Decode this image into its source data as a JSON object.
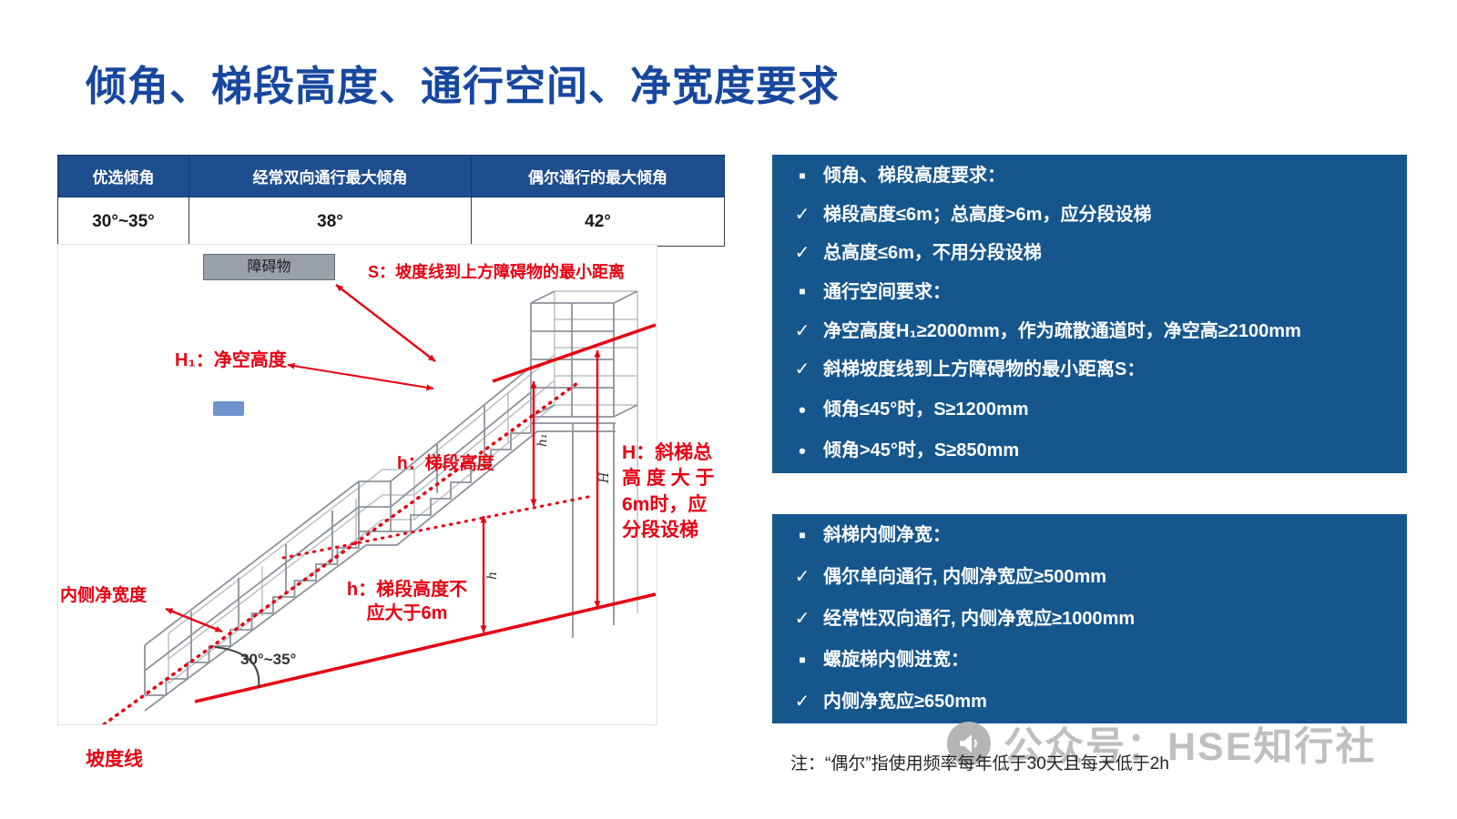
{
  "page": {
    "title": "倾角、梯段高度、通行空间、净宽度要求",
    "note": "注：“偶尔”指使用频率每年低于30天且每天低于2h",
    "watermark": "公众号：HSE知行社"
  },
  "colors": {
    "title_blue": "#17479E",
    "table_header_blue": "#1F4E8F",
    "panel_blue": "#15568D",
    "annotation_red": "#E60012"
  },
  "table": {
    "headers": [
      "优选倾角",
      "经常双向通行最大倾角",
      "偶尔通行的最大倾角"
    ],
    "values": [
      "30°~35°",
      "38°",
      "42°"
    ]
  },
  "diagram": {
    "obstacle_label": "障碍物",
    "s_label": "S：坡度线到上方障碍物的最小距离",
    "h1_label": "H₁：净空高度",
    "flight_height_label": "h：梯段高度",
    "flight_note_lines": [
      "h：梯段高度不",
      "应大于6m"
    ],
    "total_height_lines": [
      "H：斜梯总",
      "高 度 大 于",
      "6m时，应",
      "分段设梯"
    ],
    "inner_width_label": "内侧净宽度",
    "angle_label": "30°~35°",
    "slope_line_label": "坡度线",
    "arrow_labels": {
      "clearance": "h₁",
      "flight": "h",
      "total": "H"
    }
  },
  "icons": {
    "square": "■",
    "check": "✓",
    "dot": "•",
    "watermark_icon": "megaphone"
  },
  "panels": [
    {
      "items": [
        {
          "bullet": "square",
          "text": "倾角、梯段高度要求："
        },
        {
          "bullet": "check",
          "text": "梯段高度≤6m；总高度>6m，应分段设梯"
        },
        {
          "bullet": "check",
          "text": "总高度≤6m，不用分段设梯"
        },
        {
          "bullet": "square",
          "text": "通行空间要求："
        },
        {
          "bullet": "check",
          "text": "净空高度H₁≥2000mm，作为疏散通道时，净空高≥2100mm"
        },
        {
          "bullet": "check",
          "text": "斜梯坡度线到上方障碍物的最小距离S："
        },
        {
          "bullet": "dot",
          "text": "倾角≤45°时，S≥1200mm"
        },
        {
          "bullet": "dot",
          "text": "倾角>45°时，S≥850mm"
        }
      ]
    },
    {
      "items": [
        {
          "bullet": "square",
          "text": "斜梯内侧净宽："
        },
        {
          "bullet": "check",
          "text": "偶尔单向通行, 内侧净宽应≥500mm"
        },
        {
          "bullet": "check",
          "text": "经常性双向通行, 内侧净宽应≥1000mm"
        },
        {
          "bullet": "square",
          "text": "螺旋梯内侧进宽："
        },
        {
          "bullet": "check",
          "text": "内侧净宽应≥650mm"
        }
      ]
    }
  ]
}
